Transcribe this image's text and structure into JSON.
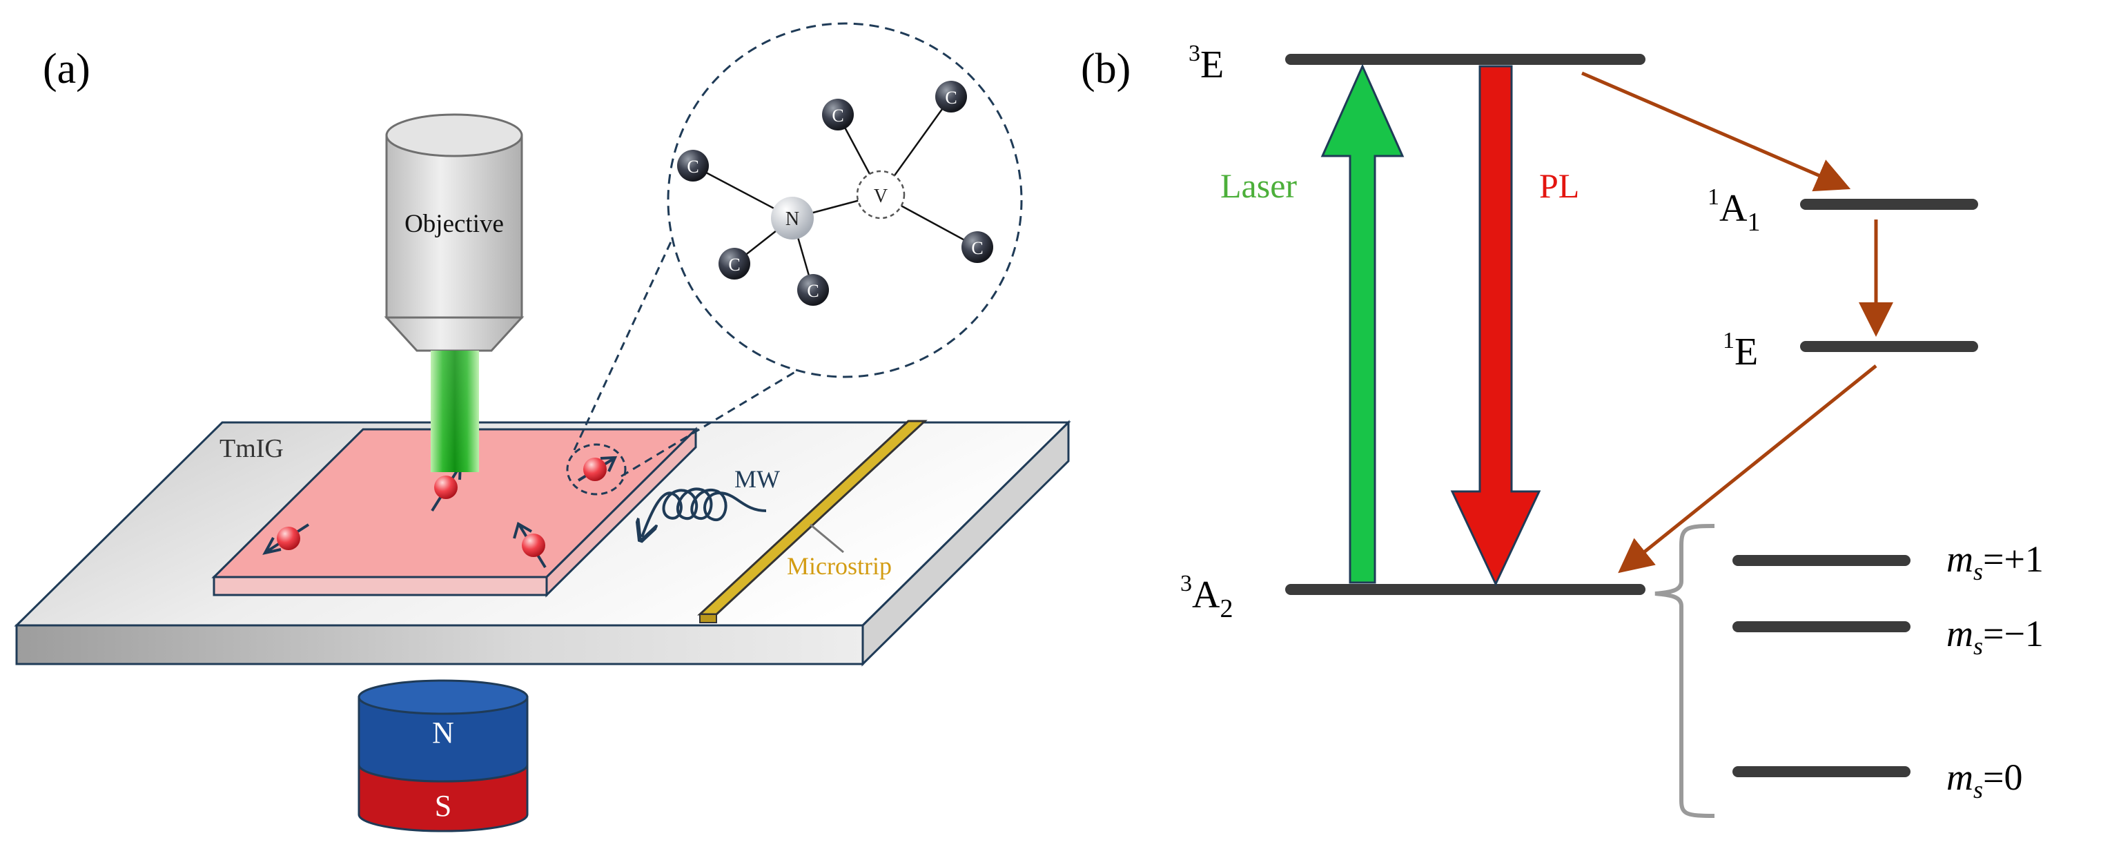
{
  "panel_a": {
    "label": "(a)",
    "objective_label": "Objective",
    "film_label": "TmIG",
    "mw_label": "MW",
    "microstrip_label": "Microstrip",
    "magnet": {
      "north": "N",
      "south": "S"
    },
    "nv_center": {
      "nitrogen": "N",
      "vacancy": "V",
      "carbon": "C"
    },
    "colors": {
      "laser_beam": "#1fb41f",
      "nv_region": "#f7a6a6",
      "substrate": "#d9d9d9",
      "microstrip": "#d8b62a",
      "magnet_north": "#1c4f9c",
      "magnet_south": "#c5151b",
      "outline": "#1f3b57"
    }
  },
  "panel_b": {
    "label": "(b)",
    "levels": {
      "e3": {
        "sup": "3",
        "main": "E"
      },
      "a1": {
        "sup": "1",
        "main": "A",
        "sub": "1"
      },
      "e1": {
        "sup": "1",
        "main": "E"
      },
      "a2": {
        "sup": "3",
        "main": "A",
        "sub": "2"
      }
    },
    "laser_label": "Laser",
    "pl_label": "PL",
    "spin_states": [
      {
        "m": "m",
        "s": "s",
        "value": "=+1"
      },
      {
        "m": "m",
        "s": "s",
        "value": "=−1"
      },
      {
        "m": "m",
        "s": "s",
        "value": "=0"
      }
    ],
    "colors": {
      "laser": "#18c448",
      "pl": "#e3150f",
      "decay": "#a8420e",
      "level": "#3b3b3b",
      "laser_text": "#4caf3a",
      "pl_text": "#e3150f"
    }
  }
}
